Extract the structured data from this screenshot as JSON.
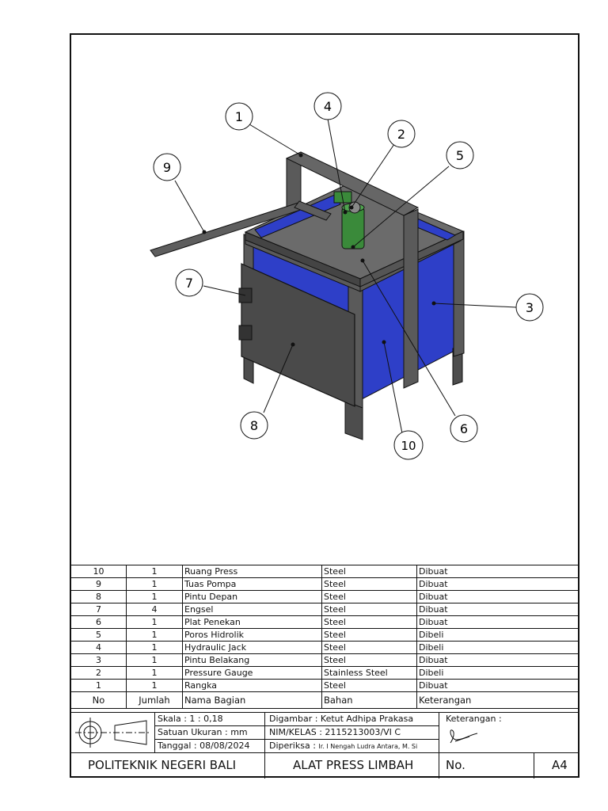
{
  "balloons": [
    {
      "label": "1"
    },
    {
      "label": "4"
    },
    {
      "label": "2"
    },
    {
      "label": "5"
    },
    {
      "label": "9"
    },
    {
      "label": "7"
    },
    {
      "label": "3"
    },
    {
      "label": "8"
    },
    {
      "label": "6"
    },
    {
      "label": "10"
    }
  ],
  "colors": {
    "panel_blue": "#2e3fc8",
    "frame_gray": "#5a5a5a",
    "door_gray": "#4a4a4a",
    "top_gray": "#6b6b6b",
    "jack_green": "#3a8a3a"
  },
  "bom": {
    "rows": [
      {
        "no": "10",
        "qty": "1",
        "name": "Ruang Press",
        "material": "Steel",
        "note": "Dibuat"
      },
      {
        "no": "9",
        "qty": "1",
        "name": "Tuas Pompa",
        "material": "Steel",
        "note": "Dibuat"
      },
      {
        "no": "8",
        "qty": "1",
        "name": "Pintu Depan",
        "material": "Steel",
        "note": "Dibuat"
      },
      {
        "no": "7",
        "qty": "4",
        "name": "Engsel",
        "material": "Steel",
        "note": "Dibuat"
      },
      {
        "no": "6",
        "qty": "1",
        "name": "Plat Penekan",
        "material": "Steel",
        "note": "Dibuat"
      },
      {
        "no": "5",
        "qty": "1",
        "name": "Poros Hidrolik",
        "material": "Steel",
        "note": "Dibeli"
      },
      {
        "no": "4",
        "qty": "1",
        "name": "Hydraulic Jack",
        "material": "Steel",
        "note": "Dibeli"
      },
      {
        "no": "3",
        "qty": "1",
        "name": "Pintu Belakang",
        "material": "Steel",
        "note": "Dibuat"
      },
      {
        "no": "2",
        "qty": "1",
        "name": "Pressure Gauge",
        "material": "Stainless Steel",
        "note": "Dibeli"
      },
      {
        "no": "1",
        "qty": "1",
        "name": "Rangka",
        "material": "Steel",
        "note": "Dibuat"
      }
    ],
    "header": {
      "no": "No",
      "qty": "Jumlah",
      "name": "Nama Bagian",
      "material": "Bahan",
      "note": "Keterangan"
    }
  },
  "titleblock": {
    "scale": "Skala : 1 : 0,18",
    "unit": "Satuan Ukuran : mm",
    "date": "Tanggal : 08/08/2024",
    "drawn": "Digambar : Ketut Adhipa Prakasa",
    "nim": "NIM/KELAS : 2115213003/VI C",
    "checked_label": "Diperiksa :",
    "checked_name": "Ir. I Nengah Ludra Antara, M. Si",
    "remarks": "Keterangan :",
    "institution": "POLITEKNIK NEGERI BALI",
    "title": "ALAT PRESS LIMBAH",
    "no_label": "No.",
    "size": "A4"
  }
}
